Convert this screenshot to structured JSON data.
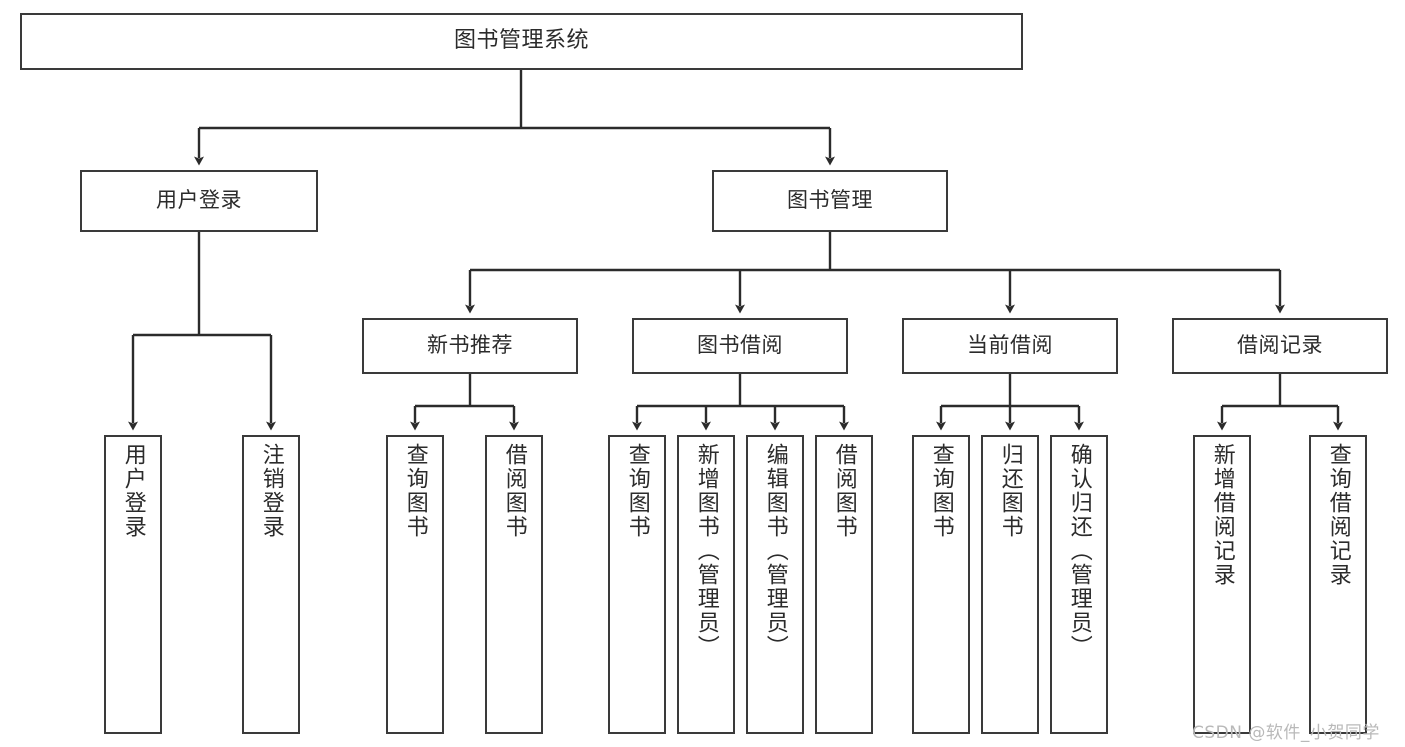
{
  "diagram": {
    "title": "图书管理系统",
    "type": "tree-hierarchy-diagram",
    "watermark": "CSDN @软件_小贺同学",
    "colors": {
      "box_border": "#3a3a3a",
      "box_fill": "#ffffff",
      "connector": "#2b2b2b",
      "text": "#2b2b2b",
      "watermark": "#b9b9b9",
      "background": "#ffffff"
    },
    "root": {
      "label": "图书管理系统"
    },
    "level1": [
      {
        "label": "用户登录"
      },
      {
        "label": "图书管理"
      }
    ],
    "level2": [
      {
        "label": "新书推荐"
      },
      {
        "label": "图书借阅"
      },
      {
        "label": "当前借阅"
      },
      {
        "label": "借阅记录"
      }
    ],
    "leaves": {
      "user_login": [
        {
          "label": "用户登录"
        },
        {
          "label": "注销登录"
        }
      ],
      "new_book_recommend": [
        {
          "label": "查询图书"
        },
        {
          "label": "借阅图书"
        }
      ],
      "book_borrow": [
        {
          "label": "查询图书"
        },
        {
          "label": "新增图书（管理员）"
        },
        {
          "label": "编辑图书（管理员）"
        },
        {
          "label": "借阅图书"
        }
      ],
      "current_borrow": [
        {
          "label": "查询图书"
        },
        {
          "label": "归还图书"
        },
        {
          "label": "确认归还（管理员）"
        }
      ],
      "borrow_record": [
        {
          "label": "新增借阅记录"
        },
        {
          "label": "查询借阅记录"
        }
      ]
    }
  }
}
